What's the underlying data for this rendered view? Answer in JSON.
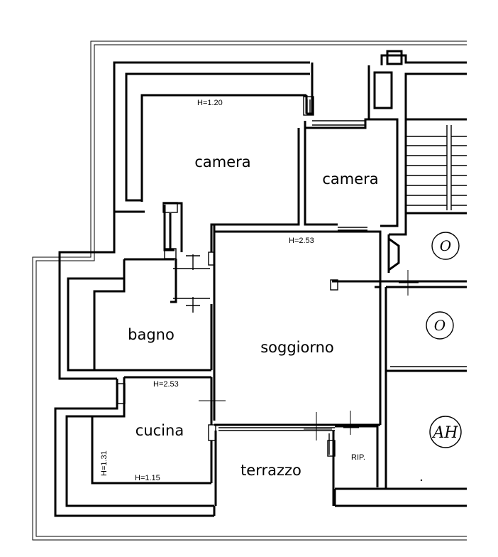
{
  "rooms": {
    "camera_1": "camera",
    "camera_2": "camera",
    "bagno": "bagno",
    "soggiorno": "soggiorno",
    "cucina": "cucina",
    "terrazzo": "terrazzo",
    "rip": "RIP."
  },
  "heights": {
    "camera_1": "H=1.20",
    "soggiorno": "H=2.53",
    "cucina_top": "H=2.53",
    "cucina_bottom": "H=1.15",
    "cucina_left": "H=1.31"
  },
  "symbols": {
    "o_top": "O",
    "o_mid": "O",
    "ah": "AH"
  }
}
